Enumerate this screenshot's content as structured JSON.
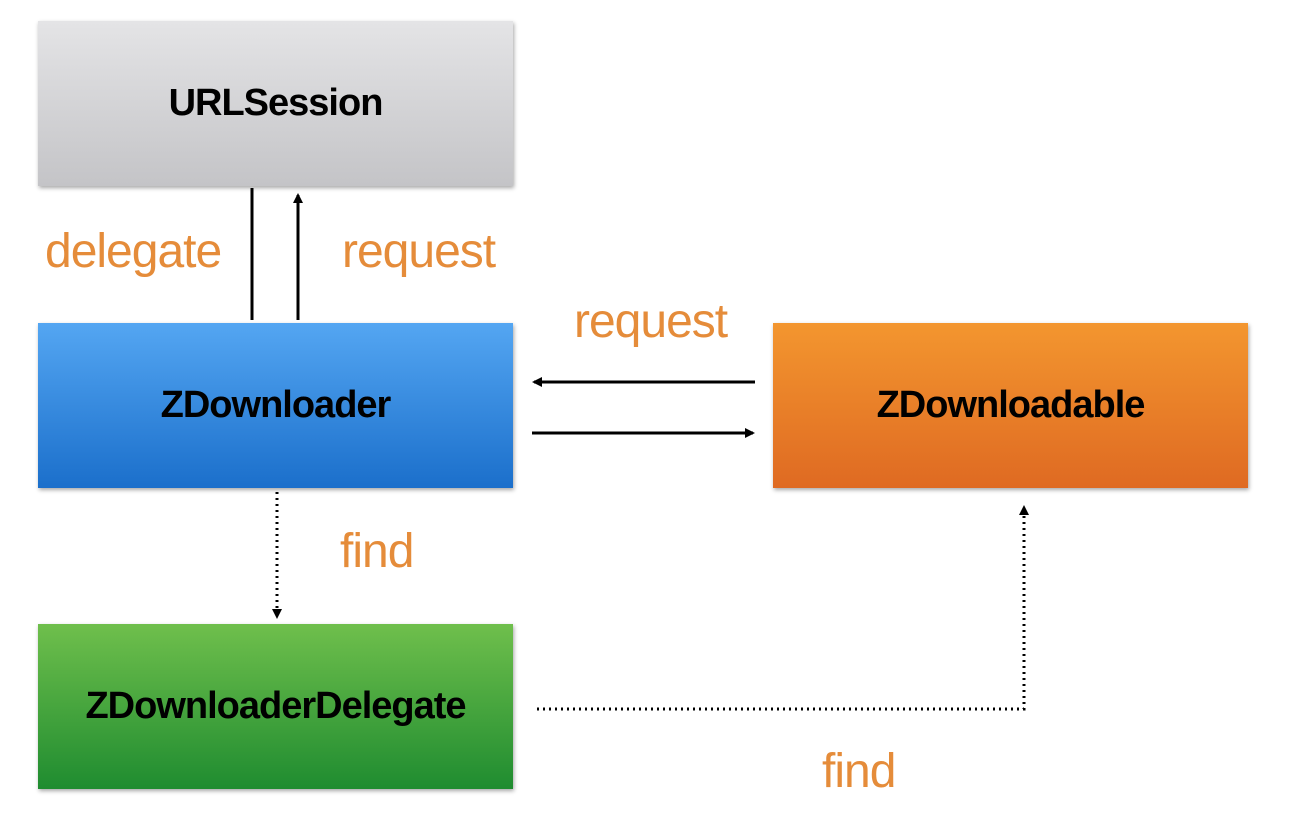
{
  "nodes": {
    "urlsession": "URLSession",
    "zdownloader": "ZDownloader",
    "zdownloadable": "ZDownloadable",
    "delegate": "ZDownloaderDelegate"
  },
  "edge_labels": {
    "delegate": "delegate",
    "request_up": "request",
    "request_right": "request",
    "find_down": "find",
    "find_right": "find"
  },
  "colors": {
    "label": "#e58c3a",
    "urlsession": "#d4d4d6",
    "zdownloader": "#2f86df",
    "zdownloadable": "#e87f28",
    "delegate": "#3fa83a"
  }
}
